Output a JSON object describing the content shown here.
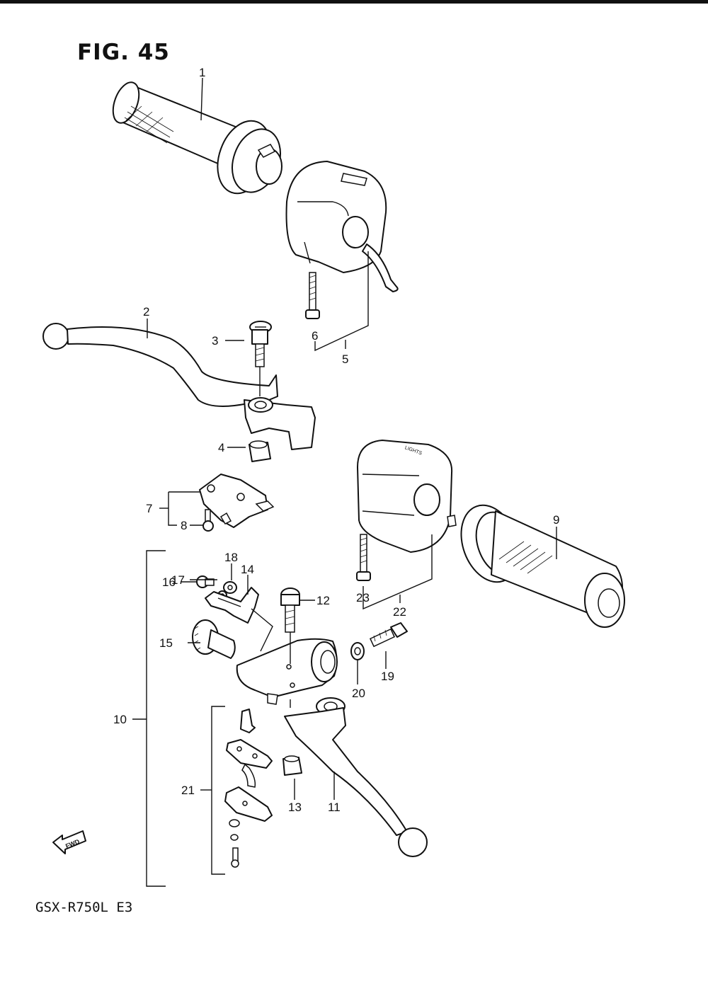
{
  "figure_title": "FIG. 45",
  "model_code": "GSX-R750L E3",
  "fwd_marker": "FWD",
  "lights_marker": "LIGHTS",
  "callouts": [
    "1",
    "2",
    "3",
    "4",
    "5",
    "6",
    "7",
    "8",
    "9",
    "10",
    "11",
    "12",
    "13",
    "14",
    "15",
    "16",
    "17",
    "18",
    "19",
    "20",
    "21",
    "22",
    "23"
  ]
}
